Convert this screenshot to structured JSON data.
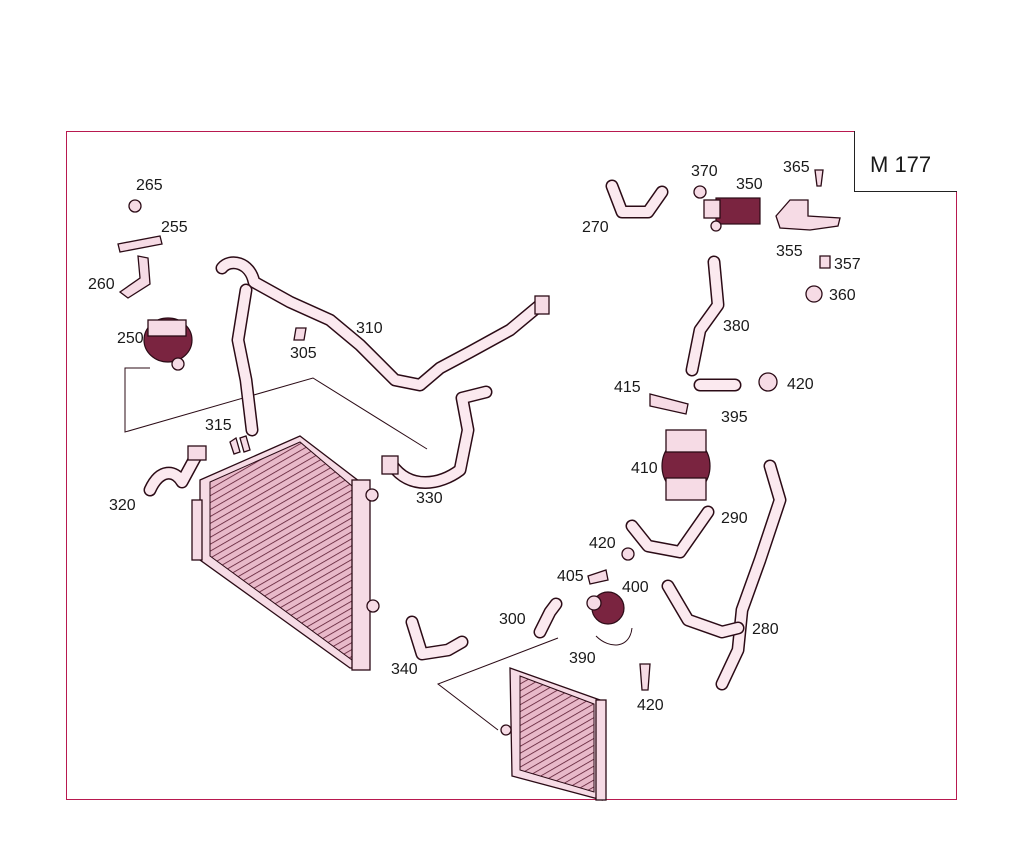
{
  "model": "M 177",
  "callouts": {
    "c265": "265",
    "c255": "255",
    "c260": "260",
    "c250": "250",
    "c310": "310",
    "c305": "305",
    "c315": "315",
    "c320": "320",
    "c330": "330",
    "c340": "340",
    "c300": "300",
    "c270": "270",
    "c370": "370",
    "c350": "350",
    "c365": "365",
    "c355": "355",
    "c357": "357",
    "c360": "360",
    "c380": "380",
    "c415": "415",
    "c395": "395",
    "c420a": "420",
    "c410": "410",
    "c290": "290",
    "c420b": "420",
    "c405": "405",
    "c400": "400",
    "c390": "390",
    "c280": "280",
    "c420c": "420"
  },
  "colors": {
    "frame": "#b8194f",
    "accent": "#7a2440",
    "ink": "#1a1a1a"
  }
}
